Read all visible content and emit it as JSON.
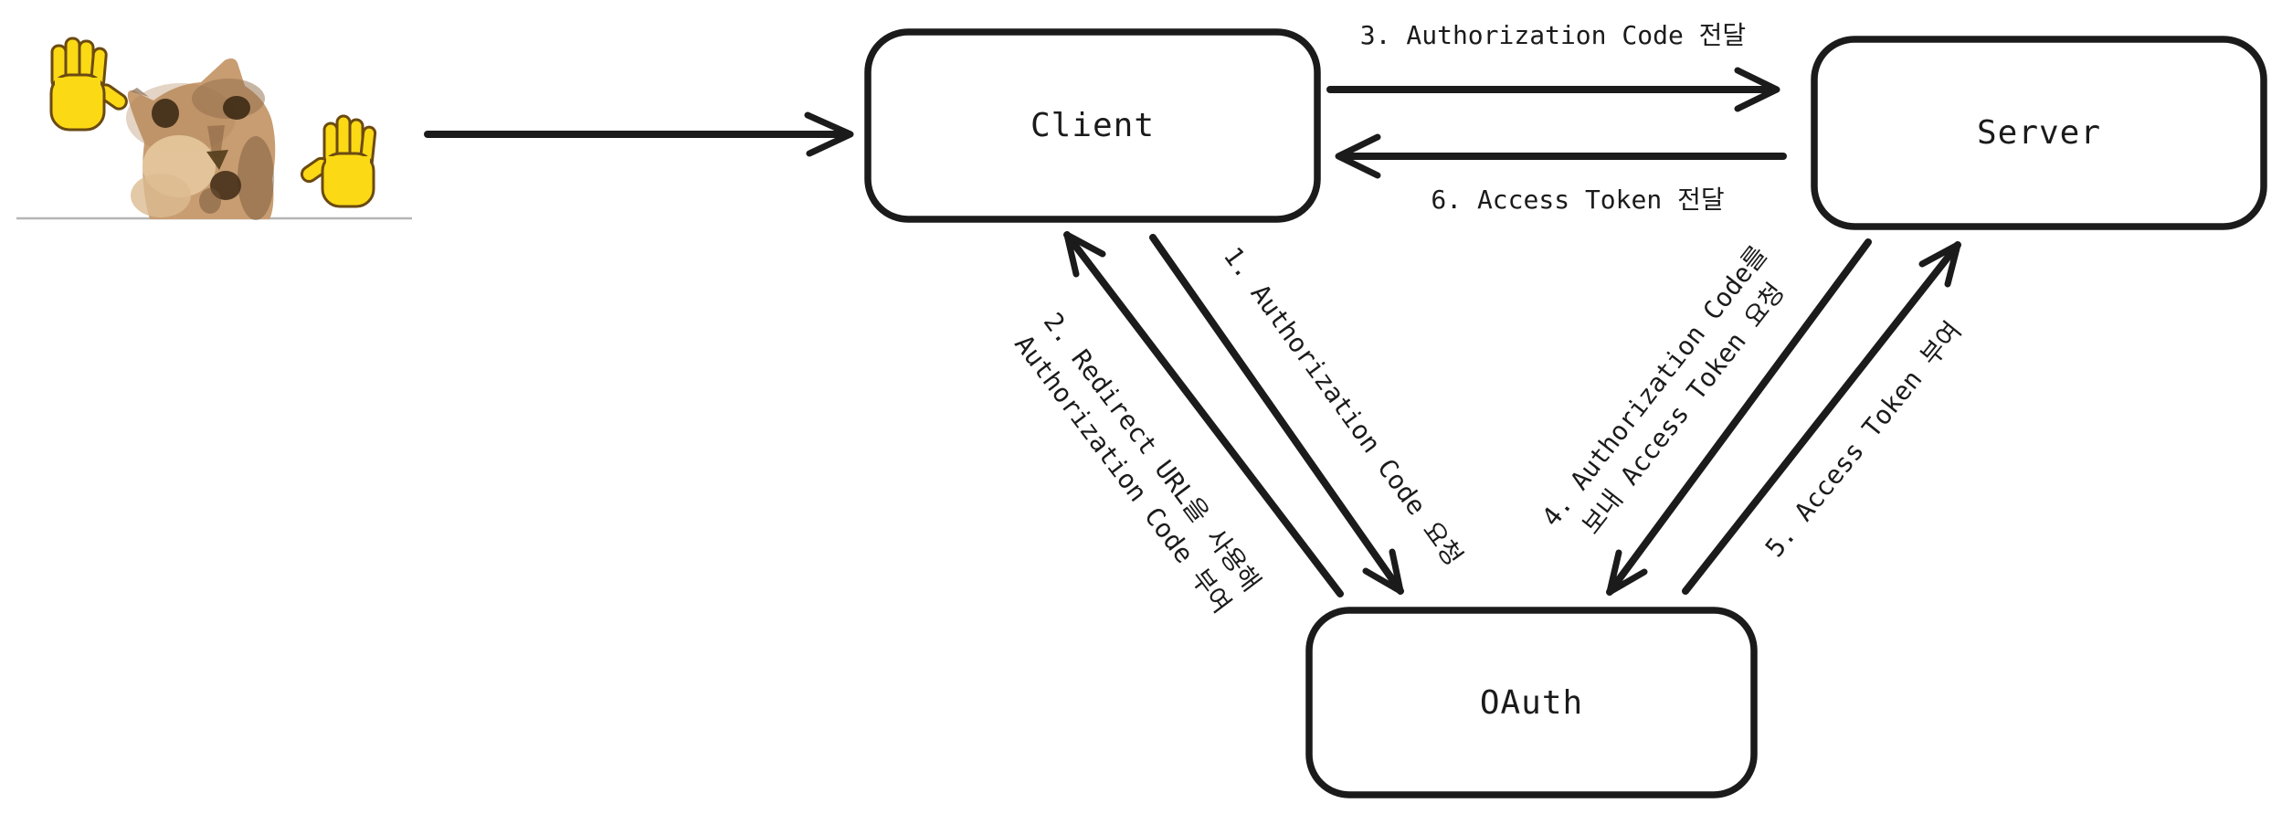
{
  "colors": {
    "ink": "#1b1b1b",
    "hand_yellow": "#fbd914",
    "hand_outline": "#6b4a12",
    "cat_fur": "#c89d72",
    "cat_dark": "#6f5136",
    "image_border_line": "#b5b5b5"
  },
  "nodes": [
    {
      "id": "client",
      "label": "Client"
    },
    {
      "id": "server",
      "label": "Server"
    },
    {
      "id": "oauth",
      "label": "OAuth"
    }
  ],
  "edges": [
    {
      "id": "1",
      "from": "Client",
      "to": "OAuth",
      "lines": [
        "1. Authorization Code 요청"
      ]
    },
    {
      "id": "2",
      "from": "OAuth",
      "to": "Client",
      "lines": [
        "2. Redirect URL을 사용해",
        "Authorization Code 부여"
      ]
    },
    {
      "id": "3",
      "from": "Client",
      "to": "Server",
      "lines": [
        "3. Authorization Code 전달"
      ]
    },
    {
      "id": "4",
      "from": "Server",
      "to": "OAuth",
      "lines": [
        "4. Authorization Code를",
        "보내 Access Token 요청"
      ]
    },
    {
      "id": "5",
      "from": "OAuth",
      "to": "Server",
      "lines": [
        "5. Access Token 부여"
      ]
    },
    {
      "id": "6",
      "from": "Server",
      "to": "Client",
      "lines": [
        "6. Access Token 전달"
      ]
    }
  ],
  "illustration": {
    "name": "waving-cat-meme"
  }
}
